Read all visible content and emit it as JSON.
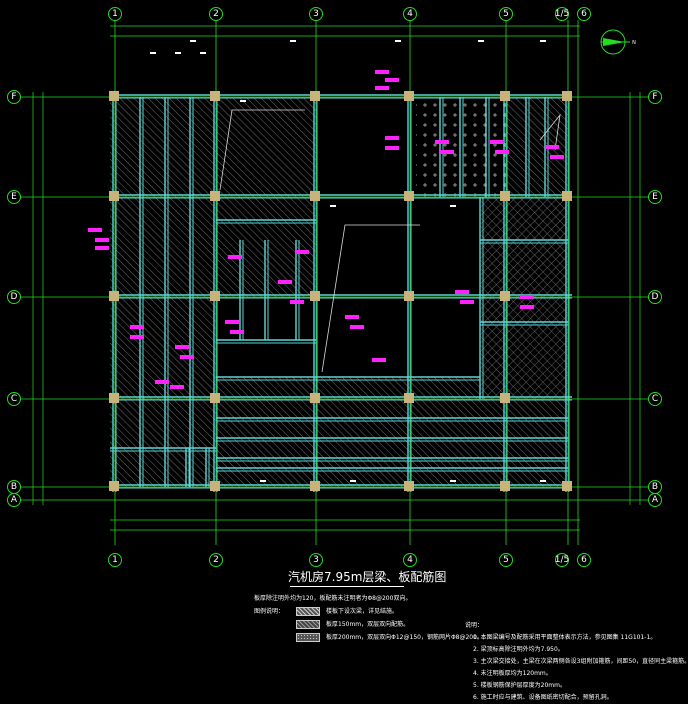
{
  "axes": {
    "columns": [
      "1",
      "2",
      "3",
      "4",
      "5",
      "1/5",
      "6"
    ],
    "rows": [
      "F",
      "E",
      "D",
      "C",
      "B",
      "A"
    ]
  },
  "north_label": "N",
  "title": "汽机房7.95m层梁、板配筋图",
  "legend": {
    "intro": "板厚除注明外均为120，板配筋未注明者为Φ8@200双向。",
    "label": "图例说明：",
    "items": [
      "楼板下设次梁，详见结施。",
      "板厚150mm，双层双向配筋。",
      "板厚200mm，双层双向Φ12@150，钢筋网片Φ8@200。"
    ]
  },
  "notes": {
    "heading": "说明：",
    "items": [
      "1. 本图梁编号及配筋采用平面整体表示方法，参见图集 11G101-1。",
      "2. 梁顶标高除注明外均为7.950。",
      "3. 主次梁交接处，主梁在次梁两侧各设3组附加箍筋，间距50，直径同主梁箍筋。",
      "4. 未注明板厚均为120mm。",
      "5. 楼板钢筋保护层厚度为20mm。",
      "6. 施工时应与建筑、设备图纸密切配合，预留孔洞。"
    ]
  },
  "colors": {
    "grid": "#22dd22",
    "beam": "#5fd6d6",
    "column": "#c8b47a",
    "label": "#ff22ff",
    "hatch": "#9a9a9a"
  }
}
